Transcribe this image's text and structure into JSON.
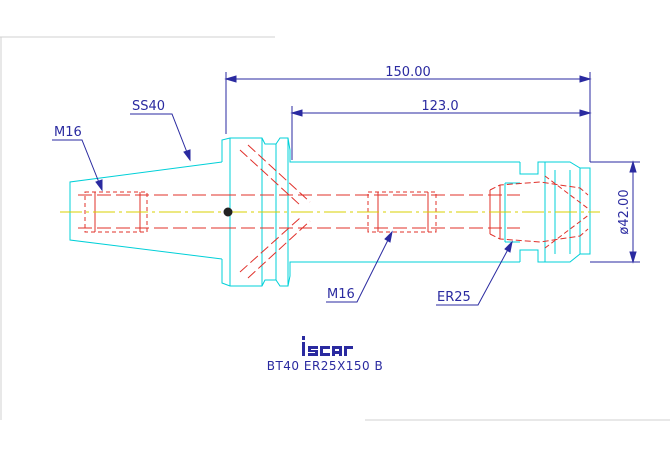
{
  "dimensions": {
    "overall_length": "150.00",
    "gauge_length": "123.0",
    "diameter": "ø42.00"
  },
  "callouts": {
    "taper": "SS40",
    "rear_thread": "M16",
    "mid_thread": "M16",
    "collet": "ER25"
  },
  "part_number": "BT40 ER25X150 B",
  "colors": {
    "outline": "#00d0d8",
    "hidden": "#e0302a",
    "centerline": "#d8d000",
    "dimension": "#2a2aa0",
    "logo": "#2a2aa0"
  }
}
